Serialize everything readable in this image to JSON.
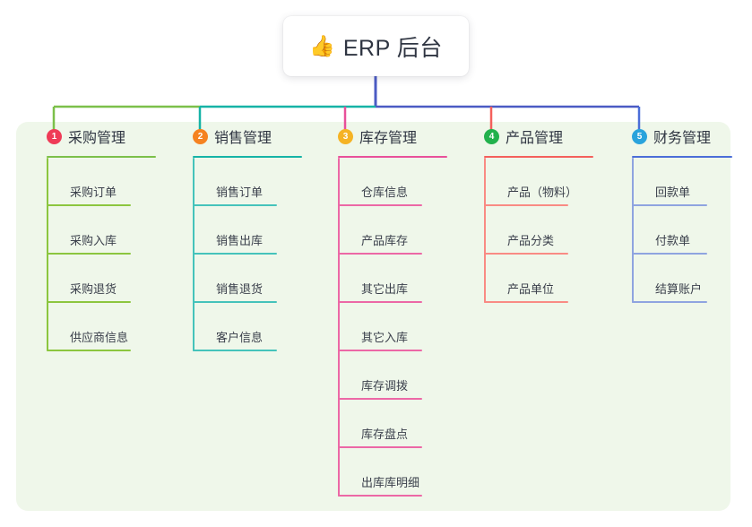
{
  "root": {
    "icon": "thumbs-up-icon",
    "icon_glyph": "👍",
    "label": "ERP 后台"
  },
  "panel": {
    "background_color": "#eff7ea"
  },
  "connector": {
    "trunk_color": "#4b5bc4",
    "bar_segments": [
      "#7cc04a",
      "#16b3a6",
      "#4b5bc4",
      "#4b5bc4"
    ],
    "drop_colors": [
      "#7cc04a",
      "#16b3a6",
      "#e8509a",
      "#f4605c",
      "#4b6ed8"
    ]
  },
  "columns": [
    {
      "number": "1",
      "title": "采购管理",
      "badge_color": "#ef3b57",
      "rule_color": "#7cc04a",
      "line_color": "#8cc63f",
      "items": [
        {
          "label": "采购订单"
        },
        {
          "label": "采购入库"
        },
        {
          "label": "采购退货"
        },
        {
          "label": "供应商信息"
        }
      ]
    },
    {
      "number": "2",
      "title": "销售管理",
      "badge_color": "#f58220",
      "rule_color": "#16b3a6",
      "line_color": "#45c3bb",
      "items": [
        {
          "label": "销售订单"
        },
        {
          "label": "销售出库"
        },
        {
          "label": "销售退货"
        },
        {
          "label": "客户信息"
        }
      ]
    },
    {
      "number": "3",
      "title": "库存管理",
      "badge_color": "#f5b324",
      "rule_color": "#e8509a",
      "line_color": "#ec68a6",
      "items": [
        {
          "label": "仓库信息"
        },
        {
          "label": "产品库存"
        },
        {
          "label": "其它出库"
        },
        {
          "label": "其它入库"
        },
        {
          "label": "库存调拨"
        },
        {
          "label": "库存盘点"
        },
        {
          "label": "出库库明细"
        }
      ]
    },
    {
      "number": "4",
      "title": "产品管理",
      "badge_color": "#22b14c",
      "rule_color": "#f4605c",
      "line_color": "#f98b84",
      "items": [
        {
          "label": "产品（物料）"
        },
        {
          "label": "产品分类"
        },
        {
          "label": "产品单位"
        }
      ]
    },
    {
      "number": "5",
      "title": "财务管理",
      "badge_color": "#29a3dc",
      "rule_color": "#4b6ed8",
      "line_color": "#8fa4e0",
      "items": [
        {
          "label": "回款单"
        },
        {
          "label": "付款单"
        },
        {
          "label": "结算账户"
        }
      ]
    }
  ]
}
